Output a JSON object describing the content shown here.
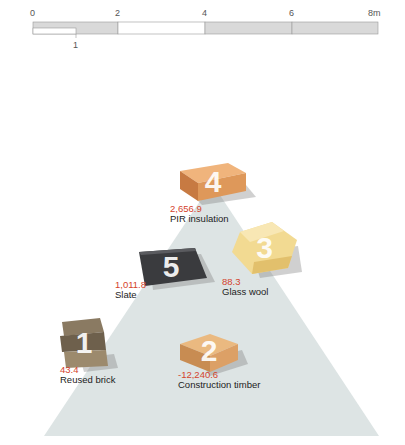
{
  "diagram": {
    "nodes": [
      {
        "text": [
          "4",
          "2,656.9",
          "PIR insulation"
        ]
      },
      {
        "text": [
          "5",
          "1,011.8",
          "Slate"
        ]
      },
      {
        "text": [
          "3",
          "88.3",
          "Glass wool"
        ]
      },
      {
        "text": [
          "1",
          "43.4",
          "Reused brick"
        ]
      },
      {
        "text": [
          "2",
          "-12,240.6",
          "Construction timber"
        ]
      }
    ],
    "labels": [
      "0",
      "2",
      "4",
      "6",
      "8m",
      "1"
    ]
  }
}
